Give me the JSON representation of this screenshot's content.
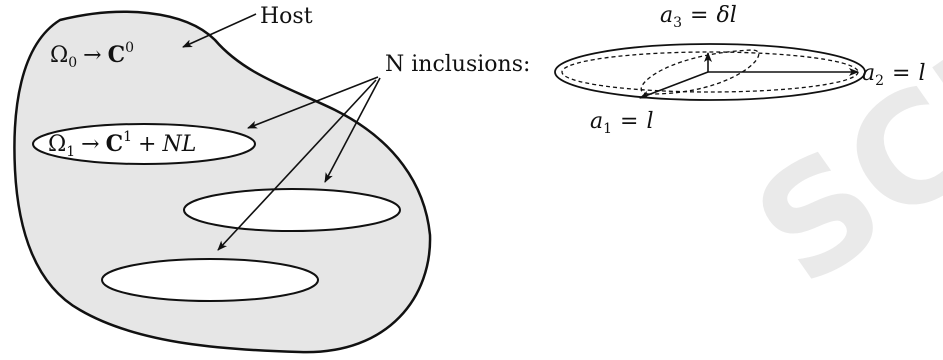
{
  "labels": {
    "host": "Host",
    "n_inclusions": "N inclusions:"
  },
  "host_eq": {
    "omega": "Ω",
    "omega_sub": "0",
    "arrow": "→",
    "tensor": "C",
    "tensor_sup": "0"
  },
  "inclusion_eq": {
    "omega": "Ω",
    "omega_sub": "1",
    "arrow": "→",
    "tensor": "C",
    "tensor_sup": "1",
    "plus": "+",
    "nl": "NL"
  },
  "axes": {
    "a3": {
      "sym": "a",
      "sub": "3",
      "eq": "=",
      "rhs": "δl"
    },
    "a2": {
      "sym": "a",
      "sub": "2",
      "eq": "=",
      "rhs": "l"
    },
    "a1": {
      "sym": "a",
      "sub": "1",
      "eq": "=",
      "rhs": "l"
    }
  },
  "watermark": {
    "text": "ACCEPTED MANUSCRIPT",
    "visible_part": "SCR"
  },
  "colors": {
    "host_fill": "#e6e6e6",
    "stroke": "#111111",
    "watermark": "#d9d9d9"
  }
}
